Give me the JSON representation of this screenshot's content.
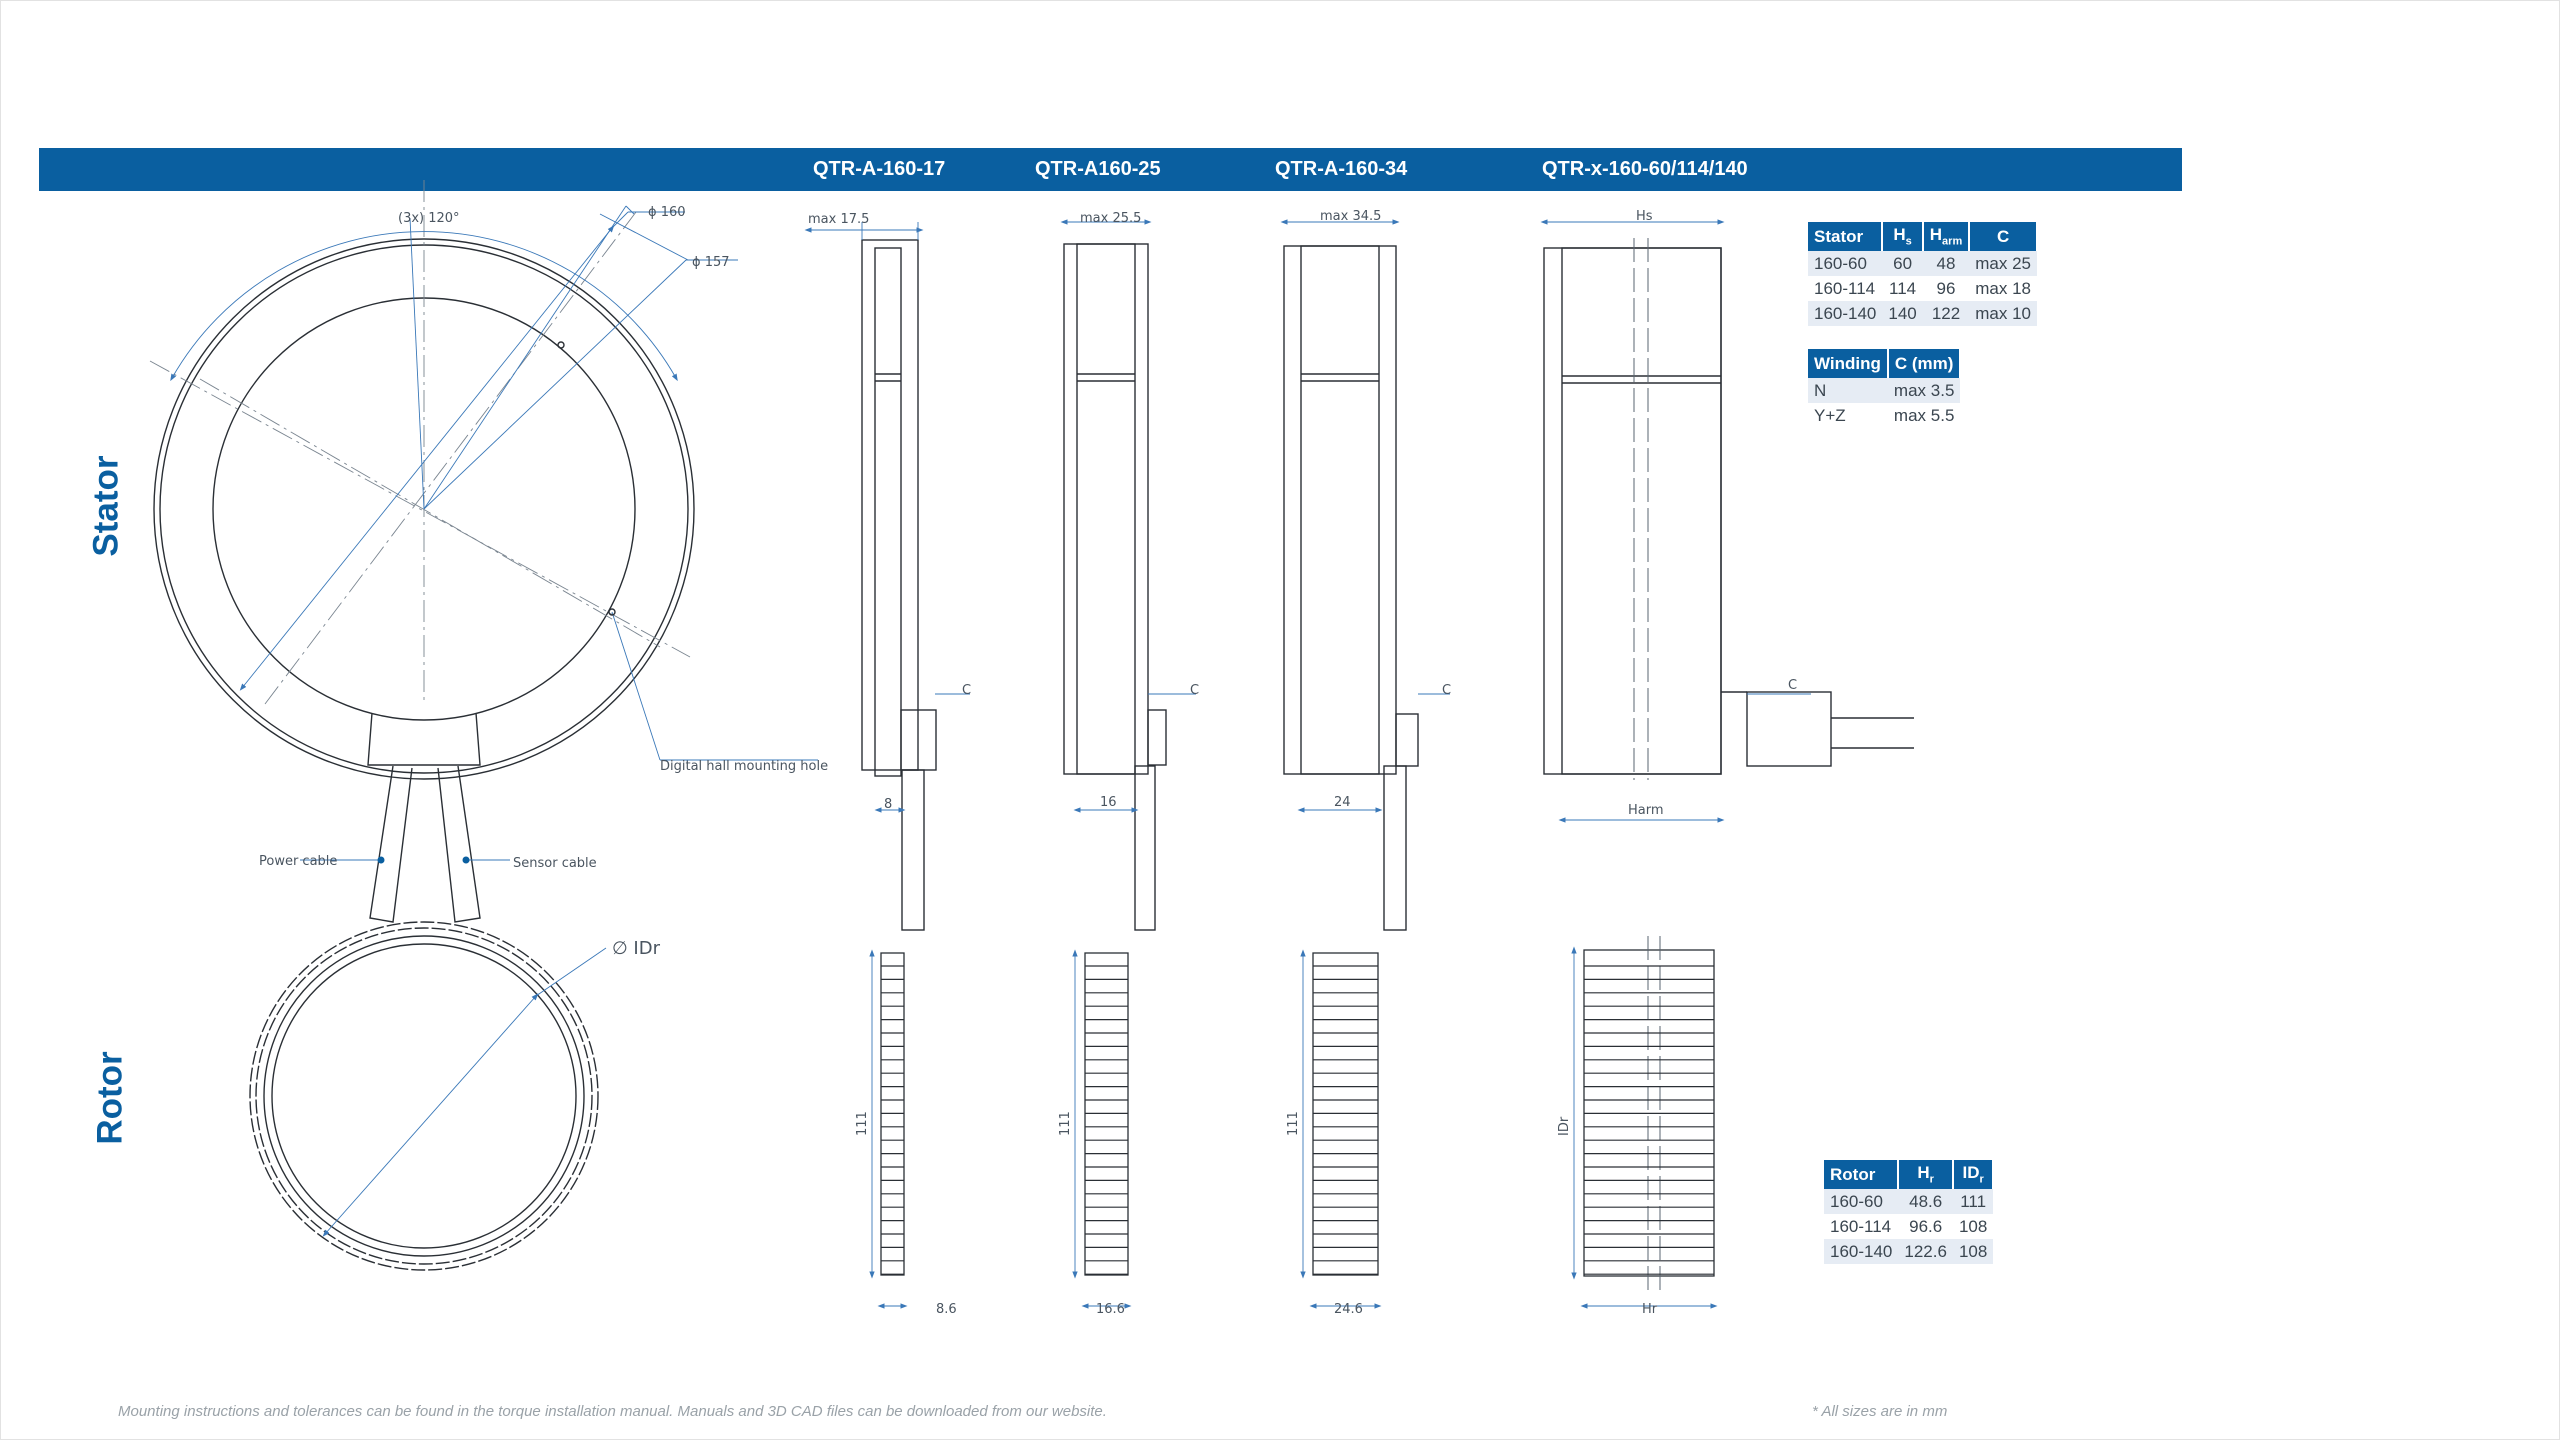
{
  "header": {
    "models": [
      "QTR-A-160-17",
      "QTR-A160-25",
      "QTR-A-160-34",
      "QTR-x-160-60/114/140"
    ]
  },
  "sections": {
    "stator": "Stator",
    "rotor": "Rotor"
  },
  "stator_front_view": {
    "angle_label": "(3x) 120°",
    "diameter_outer": "ϕ 160",
    "diameter_inner": "ϕ 157",
    "hall_hole_label": "Digital hall mounting hole",
    "power_cable_label": "Power cable",
    "sensor_cable_label": "Sensor cable"
  },
  "stator_side_views": [
    {
      "max_label": "max 17.5",
      "c_label": "C",
      "bottom_label": "8"
    },
    {
      "max_label": "max 25.5",
      "c_label": "C",
      "bottom_label": "16"
    },
    {
      "max_label": "max 34.5",
      "c_label": "C",
      "bottom_label": "24"
    },
    {
      "max_label": "Hs",
      "c_label": "C",
      "bottom_label": "Harm"
    }
  ],
  "rotor_front_view": {
    "diameter_label": "∅ IDr"
  },
  "rotor_side_views": [
    {
      "height_label": "111",
      "width_label": "8.6"
    },
    {
      "height_label": "111",
      "width_label": "16.6"
    },
    {
      "height_label": "111",
      "width_label": "24.6"
    },
    {
      "height_label": "IDr",
      "width_label": "Hr"
    }
  ],
  "stator_table": {
    "headers": [
      {
        "main": "Stator",
        "sub": ""
      },
      {
        "main": "H",
        "sub": "s"
      },
      {
        "main": "H",
        "sub": "arm"
      },
      {
        "main": "C",
        "sub": ""
      }
    ],
    "rows": [
      [
        "160-60",
        "60",
        "48",
        "max 25"
      ],
      [
        "160-114",
        "114",
        "96",
        "max 18"
      ],
      [
        "160-140",
        "140",
        "122",
        "max 10"
      ]
    ]
  },
  "winding_table": {
    "headers": [
      {
        "main": "Winding",
        "sub": ""
      },
      {
        "main": "C (mm)",
        "sub": ""
      }
    ],
    "rows": [
      [
        "N",
        "max 3.5"
      ],
      [
        "Y+Z",
        "max 5.5"
      ]
    ]
  },
  "rotor_table": {
    "headers": [
      {
        "main": "Rotor",
        "sub": ""
      },
      {
        "main": "H",
        "sub": "r"
      },
      {
        "main": "ID",
        "sub": "r"
      }
    ],
    "rows": [
      [
        "160-60",
        "48.6",
        "111"
      ],
      [
        "160-114",
        "96.6",
        "108"
      ],
      [
        "160-140",
        "122.6",
        "108"
      ]
    ]
  },
  "footer": {
    "note": "Mounting instructions and tolerances can be found in the torque installation manual. Manuals and 3D CAD files can be downloaded from our website.",
    "units": "* All sizes are in mm"
  },
  "colors": {
    "brand_blue": "#0a5fa0",
    "table_row_alt": "#e6ecf4",
    "line": "#2a2f35",
    "dim_line": "#3a78b8"
  }
}
